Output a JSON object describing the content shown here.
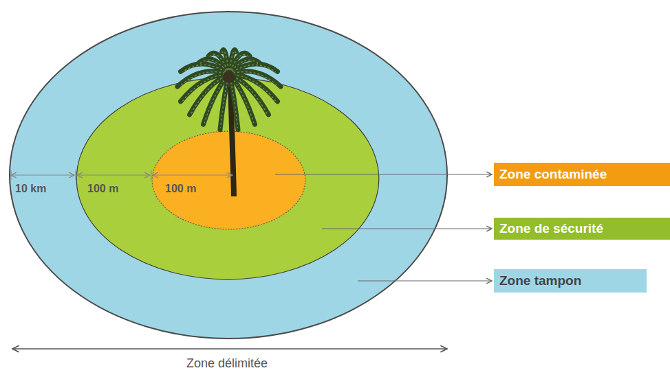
{
  "diagram": {
    "nodes": [
      {
        "text": [
          "10 km"
        ]
      },
      {
        "text": [
          "100 m"
        ],
        "in": 0
      },
      {
        "text": [
          "100 m"
        ],
        "in": 1
      },
      {
        "text": [
          "Zone contaminée"
        ]
      },
      {
        "text": [
          "Zone de sécurité"
        ]
      },
      {
        "text": [
          "Zone tampon"
        ]
      }
    ],
    "edges": [
      {
        "from": 2,
        "to": 3,
        "arrow": "to"
      },
      {
        "from": 1,
        "to": 4,
        "arrow": "to"
      },
      {
        "from": 0,
        "to": 5,
        "arrow": "to"
      }
    ],
    "labels": [
      "Zone délimitée"
    ]
  }
}
